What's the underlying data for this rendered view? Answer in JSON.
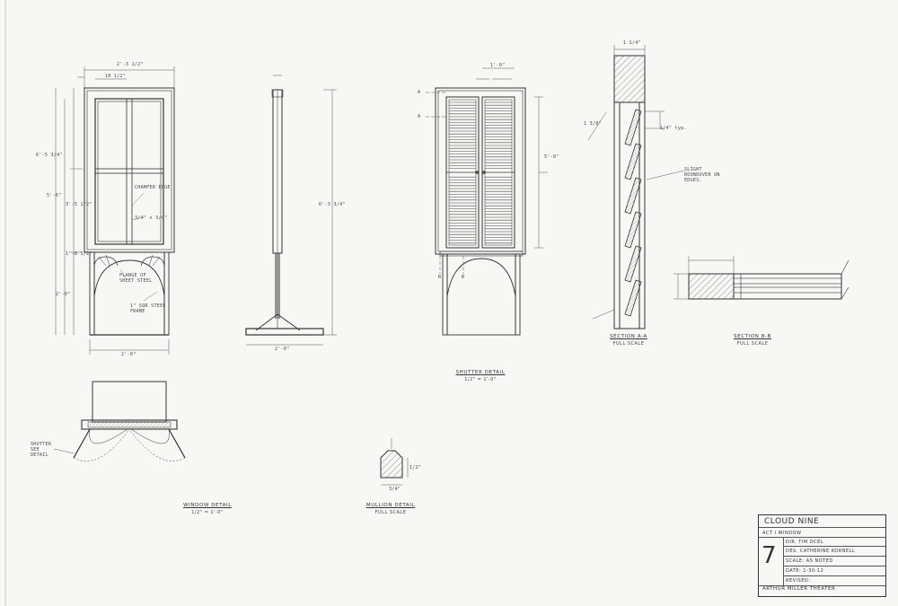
{
  "title_block": {
    "show": "CLOUD NINE",
    "act": "ACT I  WINDOW",
    "plate_number": "7",
    "director": "DIR. TIM OCEL",
    "designer": "DES. CATHERINE KORNELL",
    "scale": "SCALE: AS NOTED",
    "date": "DATE: 1-30-12",
    "revised": "REVISED:",
    "theater": "ARTHUR MILLER THEATER"
  },
  "views": {
    "window_detail": {
      "title": "WINDOW DETAIL",
      "scale": "1/2\" = 1'-0\""
    },
    "mullion_detail": {
      "title": "MULLION DETAIL",
      "scale": "FULL SCALE"
    },
    "shutter_detail": {
      "title": "SHUTTER DETAIL",
      "scale": "1/2\" = 1'-0\""
    },
    "section_aa": {
      "title": "SECTION A-A",
      "scale": "FULL SCALE"
    },
    "section_bb": {
      "title": "SECTION B-B",
      "scale": "FULL SCALE"
    }
  },
  "notes": {
    "chamfer": "CHAMFER EDGE",
    "mullion_size": "3/4\" x 3/4\"",
    "flange": "FLANGE OF SHEET STEEL",
    "frame": "1\" SQR STEEL FRAME",
    "roundover": "SLIGHT ROUNDOVER ON EDGES.",
    "shutter_ref": "SHUTTER SEE DETAIL",
    "typ": "1/4\" typ."
  },
  "dimensions": {
    "window_width": "2'-3 1/2\"",
    "window_inner": "10 1/2\"",
    "window_height": "6'-5 3/4\"",
    "window_upper": "3'-5 1/2\"",
    "window_lower": "1'-8 1/2\"",
    "window_base": "2'-0\"",
    "window_total": "5'-6\"",
    "side_height": "6'-3 3/4\"",
    "side_base": "2'-0\"",
    "shutter_top": "1'-0\"",
    "shutter_h": "5'-0\"",
    "section_width": "1 1/4\"",
    "slat": "1 3/8\"",
    "mullion_w": "3/4\"",
    "mullion_h": "1/2\""
  },
  "section_marks": [
    "A",
    "A",
    "B",
    "B"
  ]
}
